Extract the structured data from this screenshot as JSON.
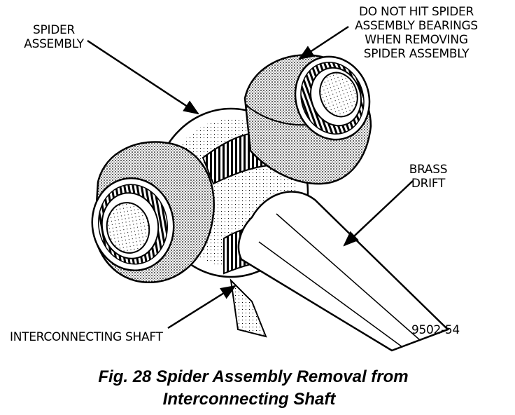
{
  "labels": {
    "spider_assembly": [
      "SPIDER",
      "ASSEMBLY"
    ],
    "warning": [
      "DO NOT HIT SPIDER",
      "ASSEMBLY BEARINGS",
      "WHEN REMOVING",
      "SPIDER ASSEMBLY"
    ],
    "brass_drift": [
      "BRASS",
      "DRIFT"
    ],
    "part_number": "9502-54",
    "interconnecting_shaft": "INTERCONNECTING SHAFT"
  },
  "caption": {
    "line1": "Fig. 28 Spider Assembly Removal from",
    "line2": "Interconnecting Shaft"
  }
}
